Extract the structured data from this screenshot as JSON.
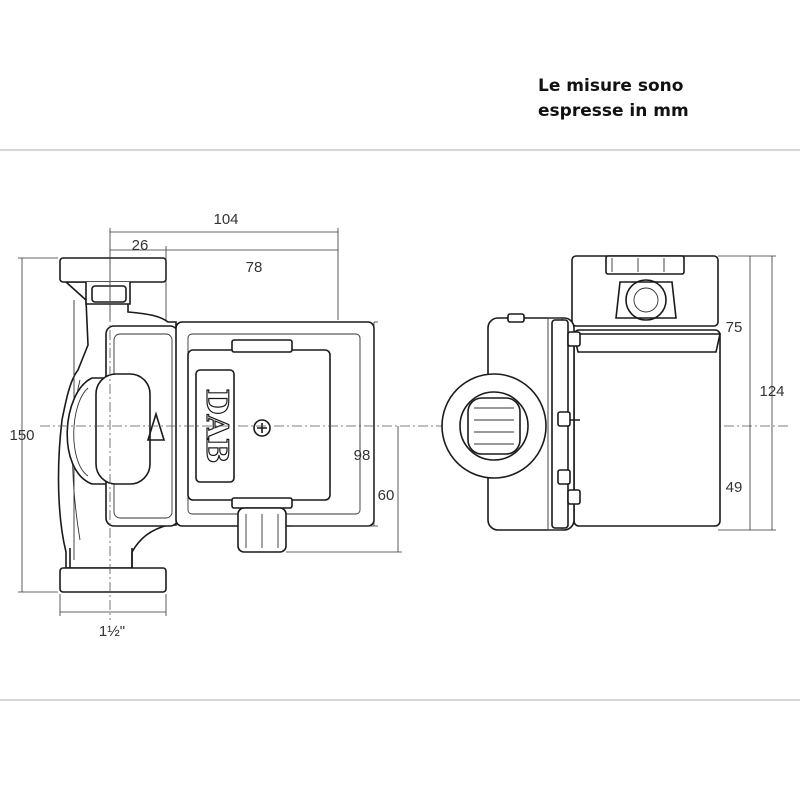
{
  "note": {
    "line1": "Le misure sono",
    "line2": "espresse in mm"
  },
  "front_view": {
    "logo": "DAB",
    "dimensions": {
      "total_depth": "104",
      "flange_offset": "26",
      "motor_length": "78",
      "port_to_port": "150",
      "thread": "1½\"",
      "height_top": "98",
      "height_bottom": "60"
    }
  },
  "side_view": {
    "dimensions": {
      "upper_height": "75",
      "total_height": "124",
      "lower_height": "49"
    }
  }
}
